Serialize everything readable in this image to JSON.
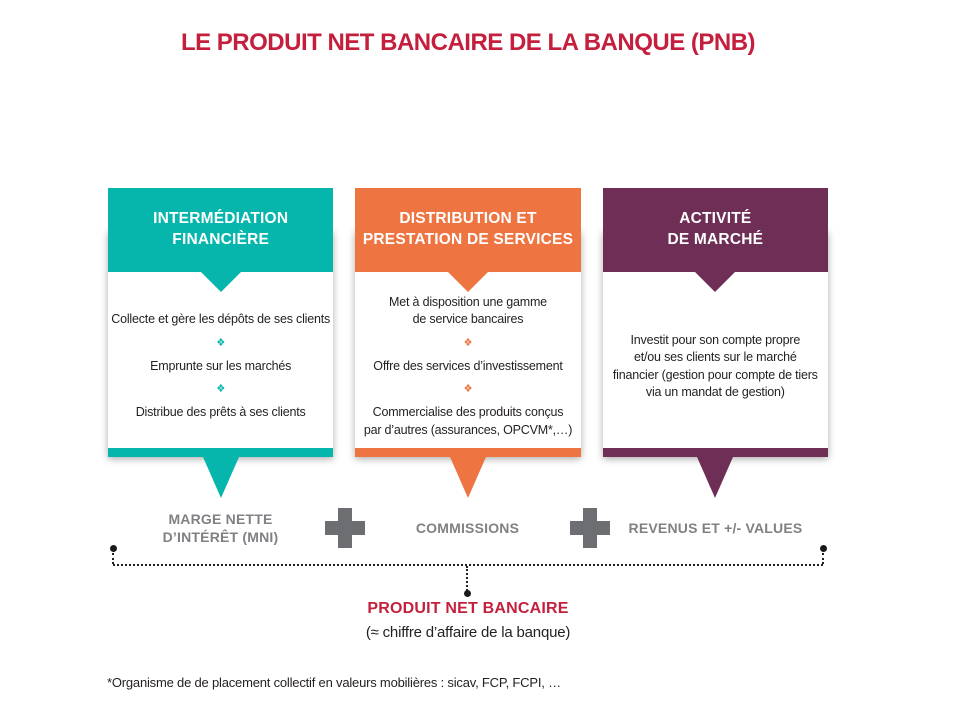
{
  "title": "LE PRODUIT NET BANCAIRE DE LA BANQUE (PNB)",
  "icons": {
    "separator": "❖",
    "plus": "plus-icon",
    "connector_dot": "dot"
  },
  "colors": {
    "title_red": "#c41f3d",
    "teal": "#06b5ab",
    "orange": "#ee7441",
    "purple": "#6f2e56",
    "label_gray": "#808184",
    "plus_gray": "#6d6e71",
    "text_dark": "#231f20"
  },
  "columns": [
    {
      "header": "INTERMÉDIATION\nFINANCIÈRE",
      "color": "#06b5ab",
      "items": [
        "Collecte et gère les dépôts de ses clients",
        "Emprunte sur les marchés",
        "Distribue des prêts à ses clients"
      ],
      "result": "MARGE NETTE\nD’INTÉRÊT (MNI)"
    },
    {
      "header": "DISTRIBUTION ET\nPRESTATION DE SERVICES",
      "color": "#ee7441",
      "items": [
        "Met à disposition une gamme\nde service bancaires",
        "Offre des services d’investissement",
        "Commercialise des produits conçus\npar d’autres (assurances, OPCVM*,…)"
      ],
      "result": "COMMISSIONS"
    },
    {
      "header": "ACTIVITÉ\nDE MARCHÉ",
      "color": "#6f2e56",
      "items": [
        "Investit pour son compte propre\net/ou ses clients sur le marché\nfinancier (gestion pour compte de tiers\nvia un mandat de gestion)"
      ],
      "result": "REVENUS ET +/- VALUES"
    }
  ],
  "result": {
    "label": "PRODUIT NET BANCAIRE",
    "sublabel": "(≈ chiffre d’affaire de la banque)"
  },
  "footnote": "*Organisme de de placement collectif en valeurs mobilières : sicav, FCP, FCPI, …"
}
